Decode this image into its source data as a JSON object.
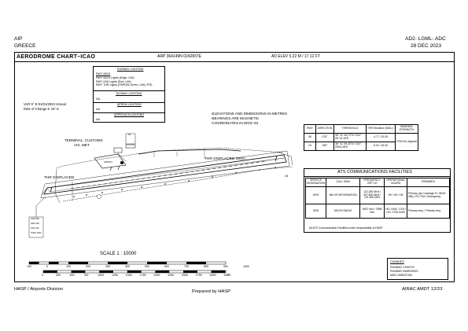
{
  "header": {
    "left_top": "AIP",
    "left_bottom": "GREECE",
    "right_top": "AD2- LGML- ADC",
    "right_bottom": "28 DEC 2023"
  },
  "chart": {
    "title": "AERODROME CHART–ICAO",
    "arp": "ARP 364149N 0242837E",
    "ad_elev": "AD ELEV 5.22 M / 17.12 FT"
  },
  "lighting": {
    "runway_lighting_title": "RUNWAY LIGHTING",
    "rwy_label": "RWY 06/24",
    "rwy_lines": [
      "RWY 06/24 Lights (Edge, LIM)",
      "RWY 24/6 Lights (End, LIM)",
      "RWY THR Lights (PAPI/06-Green, LIM), RTIL"
    ],
    "taxiway_lighting_title": "TAXIWAY LIGHTING",
    "taxiway_value": "NIL",
    "apron_lighting_title": "APRON LIGHTING",
    "apron_value": "NIL",
    "approach_lighting_title": "APPROACH LIGHTING",
    "approach_value": "NIL"
  },
  "notes": [
    "-ELEVATIONS AND DIMENSIONS IN METRES",
    "-BEARINGS ARE MAGNETIC",
    "-COORDINATES IN WGS' 84"
  ],
  "var": {
    "line1": "VAR 5° E-01/01/2023 Annual",
    "line2": "Rate of Change 5' 44\" E"
  },
  "rwy_table": {
    "headers": [
      "RWY",
      "DIRECTION",
      "THRESHOLD",
      "THR Elevation (MSL) / ",
      "BEARING STRENGTH"
    ],
    "rows": [
      {
        "rwy": "06",
        "dir": "070°",
        "thr": "36° 41' 46.72\"N / 024° 28' 13.15\"E",
        "elev": "4.77 / 20.29"
      },
      {
        "rwy": "24",
        "dir": "250°",
        "thr": "36° 41' 59.40\"N / 024° 29'04.28\"E",
        "elev": "5.24 / 16.32"
      }
    ],
    "bearing": "PCN NIL Asphalt"
  },
  "ats": {
    "title": "ATS COMMUNICATIONS FACILITIES",
    "headers": [
      "SERVICE DESIGNATION",
      "CALL SIGN",
      "FREQUENCY VHF CH",
      "OPERATIONAL HOURS",
      "REMARKS"
    ],
    "rows": [
      {
        "service": "AFIS",
        "call": "MILOS INFORMATION",
        "freq": "122.250 MHz / 257.800 MHz / 121.500 MHz",
        "hours": "H0 / H0 / H0",
        "remarks": "Primary (as Coverage FL 35/15 NM) / RL FOA / Emergency"
      },
      {
        "service": "GND",
        "call": "MILOS RADIO",
        "freq": "5637 kHz / 2998 kHz",
        "hours": "HO: 0400- 1700 / HO: 1700-0400",
        "remarks": "Primary freq. / Primary freq."
      }
    ],
    "note": "All ATS Communication Facilities under responsibility of HASP"
  },
  "chart_labels": {
    "terminal": "TERMINAL, CUSTOMS",
    "terminal2": "AIS, MET",
    "thr24": "THR DISPLACED 280m",
    "thr06": "THR DISPLACED",
    "pad_number": "24",
    "scale": "SCALE 1 : 10000",
    "metres_ticks": [
      "100",
      "0",
      "100",
      "200",
      "300",
      "400",
      "500",
      "600",
      "700",
      "800",
      "900",
      "1000"
    ],
    "feet_ticks": [
      "0",
      "250",
      "500",
      "750",
      "1000",
      "1250",
      "1500",
      "1750",
      "2000",
      "2250",
      "2500",
      "2750",
      "3000",
      "3250"
    ],
    "feet_suffix": "FT",
    "elev_box_top": "06",
    "elev_box_lines": [
      "ARP 364",
      "ELEV",
      "LGS"
    ],
    "wind_box_lines": [
      "GND 306",
      "HDG 260",
      "LDG 240",
      "TORA 1000"
    ]
  },
  "legend": {
    "title": "CHANGES",
    "lines": [
      "RUNWAY LENGTH",
      "RUNWAY MARKINGS",
      "MAG VARIATION"
    ]
  },
  "footer": {
    "left": "HASP / Airports Division",
    "center": "Prepared by HASP",
    "right": "AIRAC AMDT 12/23"
  }
}
